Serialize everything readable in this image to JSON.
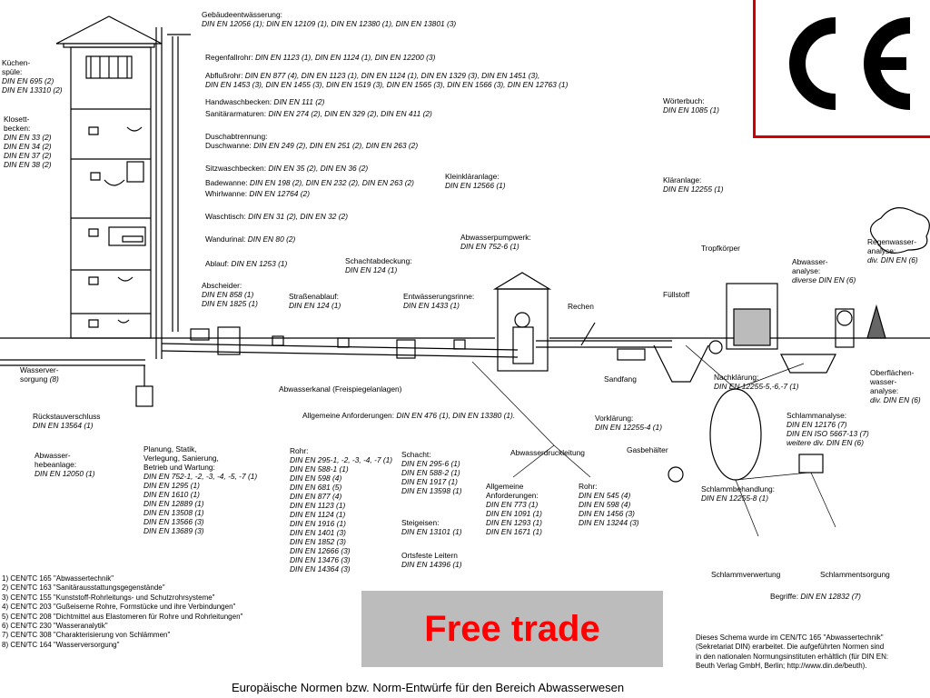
{
  "building_labels": {
    "gebaeude": [
      "Gebäudeentwässerung:",
      "DIN EN 12056 (1); DIN EN 12109 (1), DIN EN 12380 (1), DIN EN 13801 (3)"
    ],
    "regenfall": [
      "Regenfallrohr:",
      "DIN EN 1123 (1), DIN EN 1124 (1), DIN EN 12200 (3)"
    ],
    "abfluss": [
      "Abflußrohr:",
      "DIN EN 877 (4), DIN EN 1123 (1), DIN EN 1124 (1), DIN EN 1329 (3), DIN EN 1451 (3),",
      "DIN EN 1453 (3), DIN EN 1455 (3), DIN EN 1519 (3), DIN EN 1565 (3), DIN EN 1566 (3), DIN EN 12763 (1)"
    ],
    "handwasch": [
      "Handwaschbecken:",
      "DIN EN 111 (2)"
    ],
    "sanitaer": [
      "Sanitärarmaturen:",
      "DIN EN 274 (2), DIN EN 329 (2), DIN EN 411 (2)"
    ],
    "dusch": [
      "Duschabtrennung:",
      "Duschwanne:",
      "DIN EN 249 (2), DIN EN 251 (2), DIN EN 263 (2)"
    ],
    "sitzwasch": [
      "Sitzwaschbecken:",
      "DIN EN 35 (2), DIN EN 36 (2)"
    ],
    "bade": [
      "Badewanne:",
      "DIN EN 198 (2), DIN EN 232 (2), DIN EN 263 (2)"
    ],
    "whirl": [
      "Whirlwanne:",
      "DIN EN 12764 (2)"
    ],
    "waschtisch": [
      "Waschtisch:",
      "DIN EN 31 (2), DIN EN 32 (2)"
    ],
    "wandurinal": [
      "Wandurinal:",
      "DIN EN 80 (2)"
    ],
    "ablauf": [
      "Ablauf:",
      "DIN EN 1253 (1)"
    ],
    "abscheider": [
      "Abscheider:",
      "DIN EN 858 (1)",
      "DIN EN 1825 (1)"
    ],
    "kuechen": [
      "Küchen-",
      "spüle:",
      "DIN EN 695     (2)",
      "DIN EN 13310 (2)"
    ],
    "klosett": [
      "Klosett-",
      "becken:",
      "DIN EN 33 (2)",
      "DIN EN 34 (2)",
      "DIN EN 37 (2)",
      "DIN EN 38 (2)"
    ]
  },
  "plant_labels": {
    "woerterbuch": [
      "Wörterbuch:",
      "DIN EN 1085 (1)"
    ],
    "kleinklaer": [
      "Kleinkläranlage:",
      "DIN EN 12566 (1)"
    ],
    "klaeranlage": [
      "Kläranlage:",
      "DIN EN 12255 (1)"
    ],
    "schachtabdeckung": [
      "Schachtabdeckung:",
      "DIN EN 124 (1)"
    ],
    "abwasserpump": [
      "Abwasserpumpwerk:",
      "DIN EN 752-6 (1)"
    ],
    "strassenablauf": [
      "Straßenablauf:",
      "DIN EN 124 (1)"
    ],
    "entwaesserungsrinne": [
      "Entwässerungsrinne:",
      "DIN EN 1433 (1)"
    ],
    "rechen": [
      "Rechen"
    ],
    "tropfkoerper": [
      "Tropfkörper"
    ],
    "fuellstoff": [
      "Füllstoff"
    ],
    "abwasseranalyse": [
      "Abwasser-",
      "analyse:",
      "diverse DIN EN  (6)"
    ],
    "regenwasser": [
      "Regenwasser-",
      "analyse:",
      "div. DIN EN (6)"
    ],
    "oberflaechen": [
      "Oberflächen-",
      "wasser-",
      "analyse:",
      "div. DIN EN (6)"
    ],
    "sandfang": [
      "Sandfang"
    ],
    "nachklaerung": [
      "Nachklärung:",
      "DIN EN 12255-5,-6,-7 (1)"
    ],
    "vorklaerung": [
      "Vorklärung:",
      "DIN EN 12255-4 (1)"
    ],
    "gasbehaelter": [
      "Gasbehälter"
    ],
    "schlammanalyse": [
      "Schlammanalyse:",
      "DIN EN 12176  (7)",
      "DIN EN ISO 5667-13  (7)",
      "weitere div. DIN EN (6)"
    ],
    "schlammbehandlung": [
      "Schlammbehandlung:",
      "DIN EN 12255-8 (1)"
    ],
    "schlammverwertung": [
      "Schlammverwertung"
    ],
    "schlammentsorgung": [
      "Schlammentsorgung"
    ],
    "begriffe": [
      "Begriffe:",
      "DIN EN 12832 (7)"
    ],
    "wasserversorgung": [
      "Wasserver-",
      "sorgung",
      "(8)"
    ],
    "rueckstau": [
      "Rückstauverschluss",
      "DIN EN 13564 (1)"
    ],
    "abwasserkanal": [
      "Abwasserkanal",
      "(Freispiegelanlagen)"
    ],
    "allgemeine": [
      "Allgemeine Anforderungen:",
      "DIN EN 476 (1), DIN EN 13380 (1)."
    ],
    "hebeanlage": [
      "Abwasser-",
      "hebeanlage:",
      "DIN EN 12050 (1)"
    ],
    "planung": [
      "Planung, Statik,",
      "Verlegung, Sanierung,",
      "Betrieb und Wartung:",
      "DIN EN 752-1, -2, -3, -4, -5, -7  (1)",
      "DIN EN 1295     (1)",
      "DIN EN 1610     (1)",
      "DIN EN 12889   (1)",
      "DIN EN 13508   (1)",
      "DIN EN 13566   (3)",
      "DIN EN 13689   (3)"
    ],
    "rohr1": [
      "Rohr:",
      "DIN EN 295-1, -2, -3, -4, -7 (1)",
      "DIN EN 588-1   (1)",
      "DIN EN 598      (4)",
      "DIN EN 681      (5)",
      "DIN EN 877      (4)",
      "DIN EN 1123    (1)",
      "DIN EN 1124    (1)",
      "DIN EN 1916    (1)",
      "DIN EN 1401    (3)",
      "DIN EN 1852    (3)",
      "DIN EN 12666  (3)",
      "DIN EN 13476  (3)",
      "DIN EN 14364  (3)"
    ],
    "schacht": [
      "Schacht:",
      "DIN EN 295-6 (1)",
      "DIN EN 588-2 (1)",
      "DIN EN 1917  (1)",
      "DIN EN 13598 (1)"
    ],
    "steigeisen": [
      "Steigeisen:",
      "DIN EN 13101 (1)"
    ],
    "ortsfeste": [
      "Ortsfeste  Leitern",
      "DIN EN 14396 (1)"
    ],
    "druckleitung": [
      "Abwasserdruckleitung"
    ],
    "allg2": [
      "Allgemeine",
      "Anforderungen:",
      "DIN EN 773   (1)",
      "DIN EN 1091 (1)",
      "DIN EN 1293 (1)",
      "DIN EN 1671 (1)"
    ],
    "rohr2": [
      "Rohr:",
      "DIN EN 545     (4)",
      "DIN EN 598     (4)",
      "DIN EN 1456   (3)",
      "DIN EN 13244 (3)"
    ]
  },
  "legend": [
    "1) CEN/TC 165 \"Abwassertechnik\"",
    "2) CEN/TC 163 \"Sanitärausstattungsgegenstände\"",
    "3) CEN/TC 155 \"Kunststoff-Rohrleitungs- und Schutzrohrsysteme\"",
    "4) CEN/TC 203 \"Gußeiserne Rohre, Formstücke und ihre Verbindungen\"",
    "5) CEN/TC 208 \"Dichtmittel aus Elastomeren für Rohre und Rohrleitungen\"",
    "6) CEN/TC 230 \"Wasseranalytik\"",
    "7) CEN/TC 308 \"Charakterisierung von Schlämmen\"",
    "8) CEN/TC 164  \"Wasserversorgung\""
  ],
  "note": [
    "Dieses Schema wurde im CEN/TC 165 \"Abwassertechnik\"",
    "(Sekretariat DIN) erarbeitet. Die aufgeführten Normen sind",
    "in den nationalen Normungsinstituten erhältlich (für DIN EN:",
    "Beuth Verlag GmbH, Berlin; http://www.din.de/beuth)."
  ],
  "banner": "Free trade",
  "footer_title": "Europäische Normen bzw. Norm-Entwürfe für den Bereich Abwasserwesen",
  "logo": {
    "text": "CE",
    "border_color": "#d40000"
  },
  "colors": {
    "banner_bg": "#bcbcbc",
    "banner_text": "#ff0000"
  }
}
